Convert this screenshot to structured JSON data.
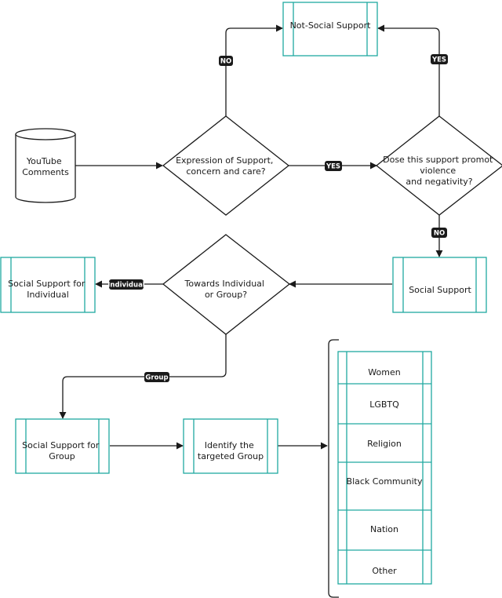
{
  "colors": {
    "process_stroke": "#21a9a0",
    "line": "#1a1a1a",
    "label_bg": "#1a1a1a",
    "label_text": "#ffffff"
  },
  "nodes": {
    "youtube": [
      "YouTube",
      "Comments"
    ],
    "expression": [
      "Expression of Support,",
      "concern and care?"
    ],
    "dose": [
      "Dose this support promot",
      "violence",
      "and negativity?"
    ],
    "not_social": [
      "Not-Social Support"
    ],
    "social_support": [
      "Social Support"
    ],
    "towards": [
      "Towards Individual",
      "or Group?"
    ],
    "ss_individual": [
      "Social Support for",
      "Individual"
    ],
    "ss_group": [
      "Social Support for",
      "Group"
    ],
    "identify": [
      "Identify the",
      "targeted  Group"
    ]
  },
  "groups": [
    "Women",
    "LGBTQ",
    "Religion",
    "Black Community",
    "Nation",
    "Other"
  ],
  "edge_labels": {
    "no_top": "NO",
    "yes_right": "YES",
    "yes_mid": "YES",
    "no_mid": "NO",
    "individual": "Individual",
    "group": "Group"
  }
}
